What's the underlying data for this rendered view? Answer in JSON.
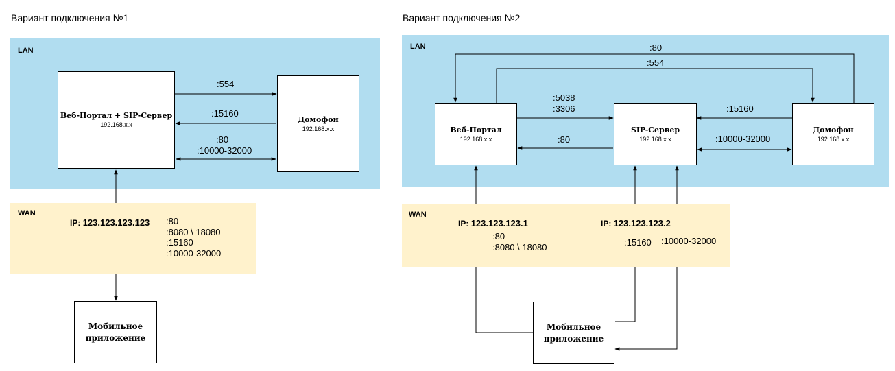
{
  "variant1": {
    "title": "Вариант подключения №1",
    "lan_label": "LAN",
    "wan_label": "WAN",
    "portal": {
      "name": "Веб-Портал + SIP-Сервер",
      "ip": "192.168.x.x"
    },
    "intercom": {
      "name": "Домофон",
      "ip": "192.168.x.x"
    },
    "mobile": {
      "name_line1": "Мобильное",
      "name_line2": "приложение"
    },
    "links": {
      "rtsp": ":554",
      "sip": ":15160",
      "http": ":80",
      "rtp": ":10000-32000"
    },
    "wan": {
      "ip_prefix": "IP:",
      "ip": "123.123.123.123",
      "ports": [
        ":80",
        ":8080 \\ 18080",
        ":15160",
        ":10000-32000"
      ]
    }
  },
  "variant2": {
    "title": "Вариант подключения №2",
    "lan_label": "LAN",
    "wan_label": "WAN",
    "portal": {
      "name": "Веб-Портал",
      "ip": "192.168.x.x"
    },
    "sip": {
      "name": "SIP-Сервер",
      "ip": "192.168.x.x"
    },
    "intercom": {
      "name": "Домофон",
      "ip": "192.168.x.x"
    },
    "mobile": {
      "name_line1": "Мобильное",
      "name_line2": "приложение"
    },
    "links": {
      "top_http": ":80",
      "top_rtsp": ":554",
      "portal_sip_1": ":5038",
      "portal_sip_2": ":3306",
      "sip_portal": ":80",
      "intercom_sip": ":15160",
      "rtp": ":10000-32000"
    },
    "wan": {
      "ip1_prefix": "IP:",
      "ip1": "123.123.123.1",
      "ports1": [
        ":80",
        ":8080 \\ 18080"
      ],
      "ip2_prefix": "IP:",
      "ip2": "123.123.123.2",
      "port_sip": ":15160",
      "port_rtp": ":10000-32000"
    }
  }
}
